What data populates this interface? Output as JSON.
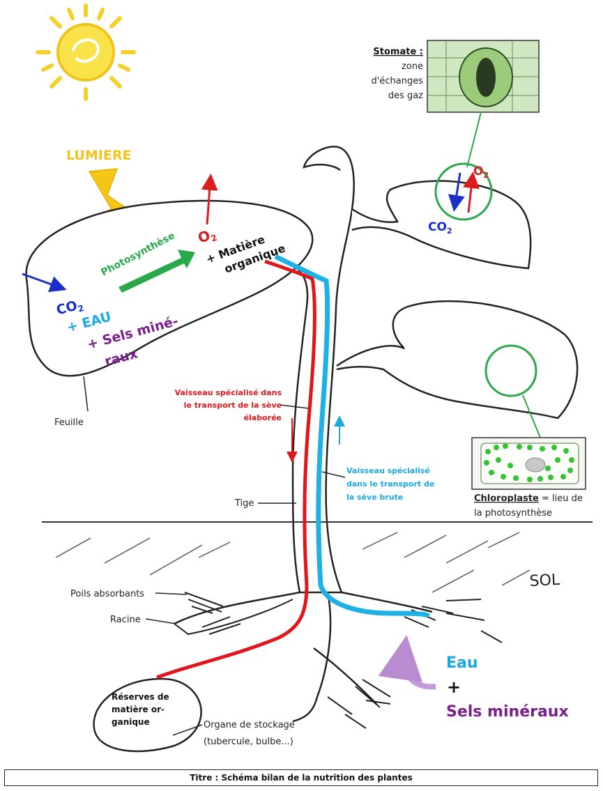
{
  "title": "Titre : Schéma bilan de la nutrition des plantes",
  "lumiere": "LUMIERE",
  "leaf_main": {
    "co2": "CO",
    "co2_sub": "2",
    "eau": "+ EAU",
    "sels_1": "+ Sels miné-",
    "sels_2": "raux",
    "photosynthese": "Photosynthèse",
    "o2": "O",
    "o2_sub": "2",
    "matiere_1": "+ Matière",
    "matiere_2": "organique"
  },
  "stomate": {
    "title": "Stomate :",
    "line1": "zone",
    "line2": "d'échanges",
    "line3": "des gaz",
    "o2": "O",
    "o2_sub": "2",
    "co2": "CO",
    "co2_sub": "2"
  },
  "chloroplaste": {
    "bold": "Chloroplaste",
    "rest": " = lieu de",
    "line2": "la photosynthèse"
  },
  "labels": {
    "feuille": "Feuille",
    "tige": "Tige",
    "poils": "Poils absorbants",
    "racine": "Racine",
    "sol": "SOL",
    "organe_1": "Organe de stockage",
    "organe_2": "(tubercule, bulbe...)",
    "reserves_1": "Réserves de",
    "reserves_2": "matière or-",
    "reserves_3": "ganique",
    "seve_elaboree_1": "Vaisseau spécialisé dans",
    "seve_elaboree_2": "le transport de la sève",
    "seve_elaboree_3": "élaborée",
    "seve_brute_1": "Vaisseau spécialisé",
    "seve_brute_2": "dans le transport de",
    "seve_brute_3": "la sève brute",
    "eau": "Eau",
    "plus": "+",
    "sels_mineraux": "Sels minéraux"
  },
  "colors": {
    "sun": "#f5d02a",
    "lumiere": "#f2c318",
    "co2_blue": "#1a2fc9",
    "eau_cyan": "#1aa9e0",
    "sels_purple": "#7a1f8c",
    "o2_red": "#d81e1e",
    "green": "#2aa84a",
    "red_vessel": "#e0161c",
    "blue_vessel": "#1fb0e6",
    "arrow_purple": "#c59ad8"
  }
}
